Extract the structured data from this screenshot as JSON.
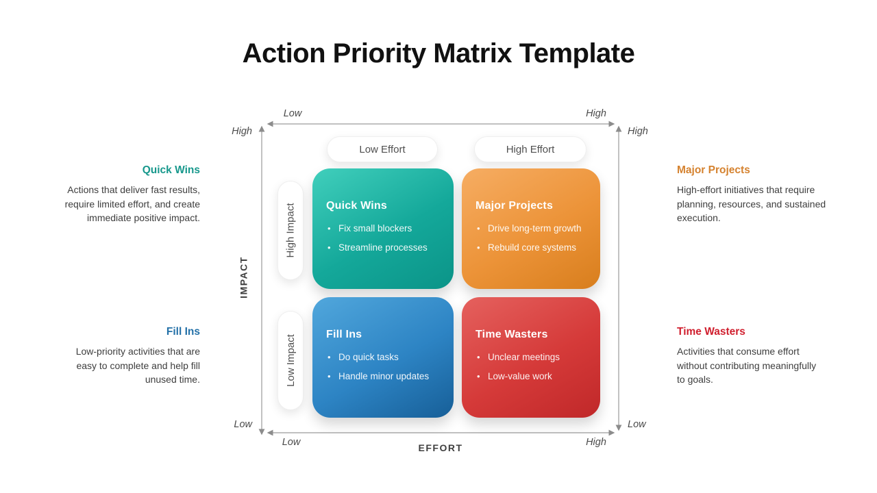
{
  "page_title": "Action Priority Matrix Template",
  "axes": {
    "x_label": "EFFORT",
    "y_label": "IMPACT",
    "top_left": "Low",
    "top_right": "High",
    "bottom_left": "Low",
    "bottom_right": "High",
    "left_top": "High",
    "left_bottom": "Low",
    "right_top": "High",
    "right_bottom": "Low",
    "arrow_color": "#8c8c8c"
  },
  "column_headers": [
    {
      "label": "Low Effort"
    },
    {
      "label": "High Effort"
    }
  ],
  "row_headers": [
    {
      "label": "High Impact"
    },
    {
      "label": "Low Impact"
    }
  ],
  "quadrants": [
    {
      "title": "Quick Wins",
      "bullets": [
        "Fix small blockers",
        "Streamline processes"
      ],
      "gradient_start": "#41cfbc",
      "gradient_mid": "#14a89a",
      "gradient_end": "#0b9488"
    },
    {
      "title": "Major Projects",
      "bullets": [
        "Drive long-term growth",
        "Rebuild core systems"
      ],
      "gradient_start": "#f6ad63",
      "gradient_mid": "#ec9338",
      "gradient_end": "#d87e1d"
    },
    {
      "title": "Fill Ins",
      "bullets": [
        "Do quick tasks",
        "Handle minor updates"
      ],
      "gradient_start": "#51a7dc",
      "gradient_mid": "#2d84c4",
      "gradient_end": "#175f98"
    },
    {
      "title": "Time Wasters",
      "bullets": [
        "Unclear meetings",
        "Low-value work"
      ],
      "gradient_start": "#e5615e",
      "gradient_mid": "#d53a39",
      "gradient_end": "#c02829"
    }
  ],
  "annotations": [
    {
      "heading": "Quick Wins",
      "color": "#17988c",
      "text": "Actions that deliver fast results,\nrequire limited effort, and create\nimmediate positive impact."
    },
    {
      "heading": "Fill Ins",
      "color": "#2471a8",
      "text": "Low-priority activities that are\neasy to complete and help fill\nunused time."
    },
    {
      "heading": "Major Projects",
      "color": "#d5822f",
      "text": "High-effort initiatives that require\nplanning, resources, and sustained\nexecution."
    },
    {
      "heading": "Time Wasters",
      "color": "#d01f2e",
      "text": "Activities that consume effort\nwithout contributing meaningfully\nto goals."
    }
  ]
}
